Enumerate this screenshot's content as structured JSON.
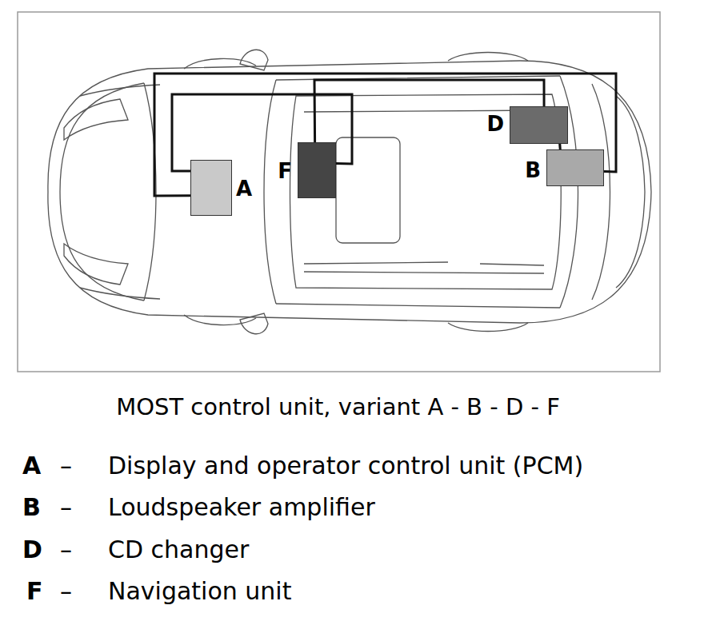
{
  "diagram": {
    "caption": "MOST control unit, variant A - B - D - F",
    "nodes": [
      {
        "text": [
          "A"
        ]
      },
      {
        "text": [
          "F"
        ]
      },
      {
        "text": [
          "D"
        ]
      },
      {
        "text": [
          "B"
        ]
      }
    ],
    "edges": [
      {
        "from": 0,
        "to": 1,
        "arrow": "none"
      },
      {
        "from": 1,
        "to": 2,
        "arrow": "none"
      },
      {
        "from": 2,
        "to": 3,
        "arrow": "none"
      },
      {
        "from": 3,
        "to": 0,
        "arrow": "none"
      }
    ],
    "labels": [
      "A",
      "–",
      "Display and operator control unit (PCM)",
      "B",
      "–",
      "Loudspeaker amplifier",
      "D",
      "–",
      "CD changer",
      "F",
      "–",
      "Navigation unit"
    ]
  }
}
